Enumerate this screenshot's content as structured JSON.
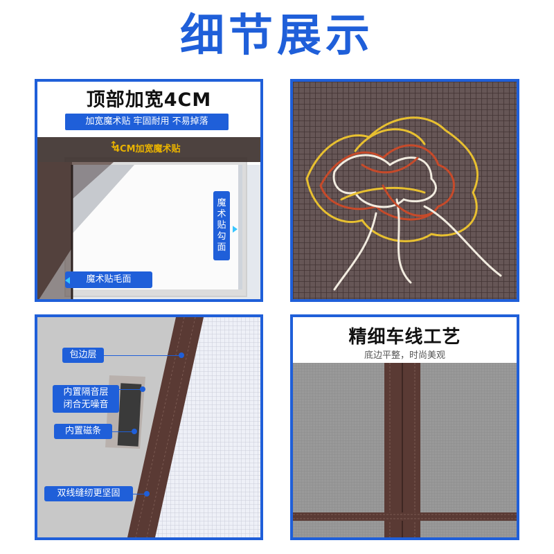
{
  "main_title": "细节展示",
  "panel1": {
    "title": "顶部加宽4CM",
    "subtitle": "加宽魔术贴 牢固耐用 不易掉落",
    "dimension_label": "4CM加宽魔术贴",
    "hook_label": "魔术贴勾面",
    "loop_label": "魔术贴毛面"
  },
  "panel3": {
    "label_edge": "包边层",
    "label_sound": "内置隔音层闭合无噪音",
    "label_sound_line1": "内置隔音层",
    "label_sound_line2": "闭合无噪音",
    "label_magnet": "内置磁条",
    "label_stitch": "双线缝纫更坚固"
  },
  "panel4": {
    "title": "精细车线工艺",
    "subtitle": "底边平整，时尚美观"
  },
  "colors": {
    "accent": "#1f5fd9",
    "arrow": "#39c6ff",
    "dimension": "#e9b200",
    "frame_brown": "#5a3a34",
    "mesh": "#6b5a5a"
  }
}
